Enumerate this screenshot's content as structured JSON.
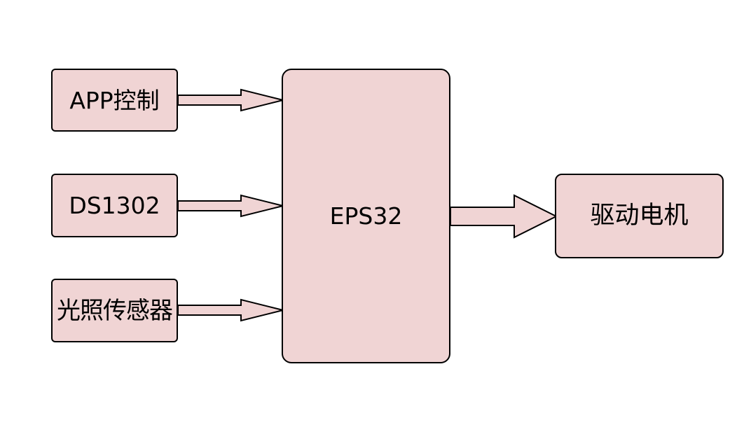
{
  "diagram": {
    "inputs": [
      {
        "id": "app",
        "label": "APP控制"
      },
      {
        "id": "ds1302",
        "label": "DS1302"
      },
      {
        "id": "light",
        "label": "光照传感器"
      }
    ],
    "controller": {
      "label": "EPS32"
    },
    "output": {
      "label": "驱动电机"
    },
    "colors": {
      "box_fill": "#f0d4d4",
      "stroke": "#000000",
      "background": "#ffffff"
    }
  }
}
